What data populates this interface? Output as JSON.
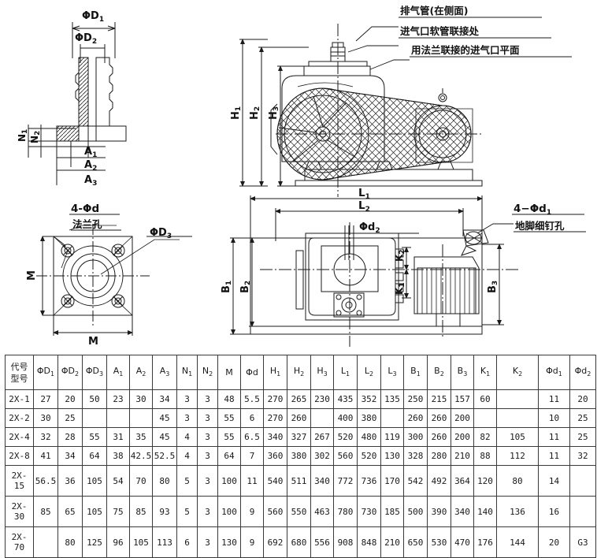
{
  "drawing": {
    "callouts": {
      "exhaust_pipe": "排气管(在侧面)",
      "inlet_hose": "进气口软管联接处",
      "inlet_flange_plane": "用法兰联接的进气口平面",
      "flange_holes_count": "4-Φd",
      "flange_holes_label": "法兰孔",
      "foot_holes_count": "4-Φd1",
      "foot_holes_label": "地脚细钉孔"
    },
    "dimension_labels": {
      "phi_d1": "ΦD1",
      "phi_d2": "ΦD2",
      "phi_d3": "ΦD3",
      "n1": "N1",
      "n2": "N2",
      "a1": "A1",
      "a2": "A2",
      "a3": "A3",
      "m_vertical": "M",
      "m_horizontal": "M",
      "h1": "H1",
      "h2": "H2",
      "h3": "H3",
      "l1": "L1",
      "l2": "L2",
      "b1": "B1",
      "b2": "B2",
      "b3": "B3",
      "k1": "K1",
      "k2": "K2",
      "phi_dd2": "Φd2"
    }
  },
  "table": {
    "corner_top": "代号",
    "corner_bottom": "型号",
    "columns": [
      "ΦD1",
      "ΦD2",
      "ΦD3",
      "A1",
      "A2",
      "A3",
      "N1",
      "N2",
      "M",
      "Φd",
      "H1",
      "H2",
      "H3",
      "L1",
      "L2",
      "L3",
      "B1",
      "B2",
      "B3",
      "K1",
      "K2",
      "Φd1",
      "Φd2"
    ],
    "rows": [
      {
        "model": [
          "2X-1"
        ],
        "values": [
          "27",
          "20",
          "50",
          "23",
          "30",
          "34",
          "3",
          "3",
          "48",
          "5.5",
          "270",
          "265",
          "230",
          "435",
          "352",
          "135",
          "250",
          "215",
          "157",
          "60",
          "",
          "11",
          "20"
        ]
      },
      {
        "model": [
          "2X-2"
        ],
        "values": [
          "30",
          "25",
          "",
          "",
          "",
          "45",
          "3",
          "3",
          "55",
          "6",
          "270",
          "260",
          "",
          "400",
          "380",
          "",
          "260",
          "260",
          "200",
          "",
          "",
          "10",
          "25"
        ]
      },
      {
        "model": [
          "2X-4"
        ],
        "values": [
          "32",
          "28",
          "55",
          "31",
          "35",
          "45",
          "4",
          "3",
          "55",
          "6.5",
          "340",
          "327",
          "267",
          "520",
          "480",
          "119",
          "300",
          "260",
          "200",
          "82",
          "105",
          "11",
          "25"
        ]
      },
      {
        "model": [
          "2X-8"
        ],
        "values": [
          "41",
          "34",
          "64",
          "38",
          "42.5",
          "52.5",
          "4",
          "3",
          "64",
          "7",
          "360",
          "380",
          "302",
          "560",
          "520",
          "130",
          "328",
          "280",
          "210",
          "88",
          "112",
          "11",
          "32"
        ]
      },
      {
        "model": [
          "2X-",
          "15"
        ],
        "values": [
          "56.5",
          "36",
          "105",
          "54",
          "70",
          "80",
          "5",
          "3",
          "100",
          "11",
          "540",
          "511",
          "340",
          "772",
          "736",
          "170",
          "542",
          "492",
          "364",
          "120",
          "80",
          "14",
          ""
        ]
      },
      {
        "model": [
          "2X-",
          "30"
        ],
        "values": [
          "85",
          "65",
          "105",
          "75",
          "85",
          "93",
          "5",
          "3",
          "100",
          "9",
          "560",
          "550",
          "463",
          "780",
          "730",
          "185",
          "500",
          "390",
          "340",
          "140",
          "136",
          "16",
          ""
        ]
      },
      {
        "model": [
          "2X-",
          "70"
        ],
        "values": [
          "",
          "80",
          "125",
          "96",
          "105",
          "113",
          "6",
          "3",
          "130",
          "9",
          "692",
          "680",
          "556",
          "908",
          "848",
          "210",
          "650",
          "530",
          "470",
          "176",
          "144",
          "20",
          "G3"
        ]
      }
    ]
  },
  "colors": {
    "line": "#1a1a1a",
    "table_border": "#3a3a3a",
    "background": "#ffffff"
  }
}
